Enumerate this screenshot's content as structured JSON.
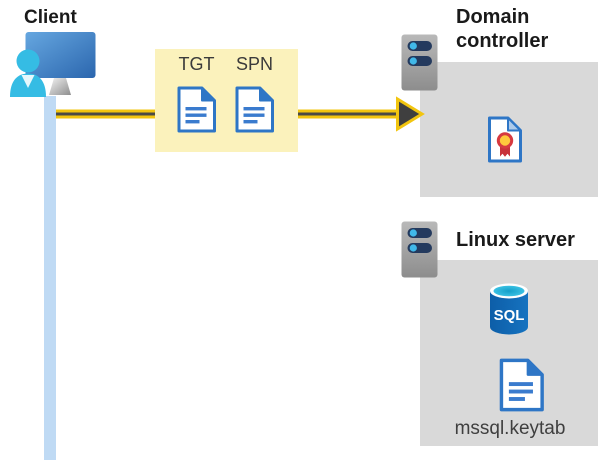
{
  "client": {
    "label": "Client"
  },
  "ticket_box": {
    "tgt_label": "TGT",
    "spn_label": "SPN"
  },
  "domain_controller": {
    "label": "Domain controller"
  },
  "linux_server": {
    "label": "Linux server",
    "sql_label": "SQL",
    "keytab_label": "mssql.keytab"
  },
  "colors": {
    "highlight_box_yellow": "#fbf2bc",
    "panel_gray": "#d9d9d9",
    "arrow_yellow": "#f2c50f",
    "arrow_dark": "#3f3f3f",
    "client_line_blue": "#bfdaf4",
    "document_blue": "#2e76c6",
    "document_line_blue": "#3a7bce",
    "monitor_blue": "#3d7fc4",
    "person_cyan": "#35bce4",
    "server_gray": "#a2a2a2",
    "server_slot_navy": "#243a5e",
    "server_dot_cyan": "#41b8e8",
    "sql_body_blue": "#1166b2",
    "sql_top_cyan": "#35c3e8",
    "certificate_red": "#d63940",
    "certificate_yellow": "#ffc83d",
    "label_dark_gray": "#3f3f3f"
  }
}
